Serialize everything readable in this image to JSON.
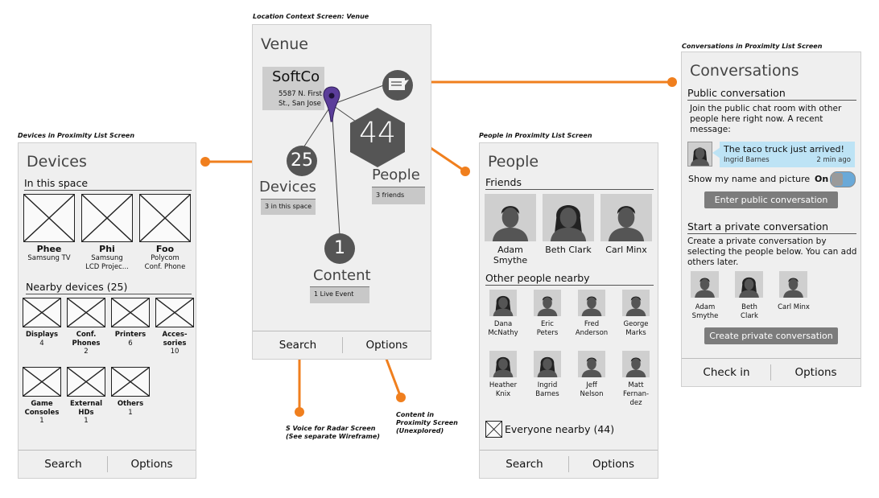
{
  "captions": {
    "venue": "Location Context Screen: Venue",
    "devices": "Devices in Proximity List Screen",
    "people": "People in Proximity List Screen",
    "conversations": "Conversations in Proximity List Screen",
    "svoice": [
      "S Voice for Radar Screen",
      "(See separate Wireframe)"
    ],
    "content": [
      "Content in",
      "Proximity Screen",
      "(Unexplored)"
    ]
  },
  "colors": {
    "connector": "#f07f1e",
    "node": "#555555",
    "pin": "#5b3d9a",
    "toggle": "#6aa9d8",
    "bubble": "#bde3f5"
  },
  "venue": {
    "title": "Venue",
    "place": {
      "name": "SoftCo",
      "address": [
        "5587 N. First",
        "St., San Jose"
      ]
    },
    "nodes": {
      "devices": {
        "count": "25",
        "label": "Devices",
        "sub": "3 in this space"
      },
      "people": {
        "count": "44",
        "label": "People",
        "sub": "3 friends"
      },
      "content": {
        "count": "1",
        "label": "Content",
        "sub": "1 Live Event"
      },
      "conversation_icon": "chat-bubble-icon"
    },
    "footer": {
      "left": "Search",
      "right": "Options"
    }
  },
  "devices": {
    "title": "Devices",
    "section_here": "In this space",
    "here": [
      {
        "name": "Phee",
        "sub": [
          "Samsung TV"
        ]
      },
      {
        "name": "Phi",
        "sub": [
          "Samsung",
          "LCD Projec..."
        ]
      },
      {
        "name": "Foo",
        "sub": [
          "Polycom",
          "Conf. Phone"
        ]
      }
    ],
    "section_nearby": "Nearby devices (25)",
    "nearby": [
      {
        "lines": [
          "Displays"
        ],
        "count": "4"
      },
      {
        "lines": [
          "Conf.",
          "Phones"
        ],
        "count": "2"
      },
      {
        "lines": [
          "Printers"
        ],
        "count": "6"
      },
      {
        "lines": [
          "Acces-",
          "sories"
        ],
        "count": "10"
      },
      {
        "lines": [
          "Game",
          "Consoles"
        ],
        "count": "1"
      },
      {
        "lines": [
          "External",
          "HDs"
        ],
        "count": "1"
      },
      {
        "lines": [
          "Others"
        ],
        "count": "1"
      }
    ],
    "footer": {
      "left": "Search",
      "right": "Options"
    }
  },
  "people": {
    "title": "People",
    "section_friends": "Friends",
    "friends": [
      {
        "name": [
          "Adam",
          "Smythe"
        ]
      },
      {
        "name": [
          "Beth Clark"
        ]
      },
      {
        "name": [
          "Carl Minx"
        ]
      }
    ],
    "section_nearby": "Other people nearby",
    "nearby": [
      {
        "name": [
          "Dana",
          "McNathy"
        ]
      },
      {
        "name": [
          "Eric",
          "Peters"
        ]
      },
      {
        "name": [
          "Fred",
          "Anderson"
        ]
      },
      {
        "name": [
          "George",
          "Marks"
        ]
      },
      {
        "name": [
          "Heather",
          "Knix"
        ]
      },
      {
        "name": [
          "Ingrid",
          "Barnes"
        ]
      },
      {
        "name": [
          "Jeff",
          "Nelson"
        ]
      },
      {
        "name": [
          "Matt",
          "Fernan-",
          "dez"
        ]
      }
    ],
    "everyone": "Everyone nearby (44)",
    "footer": {
      "left": "Search",
      "right": "Options"
    }
  },
  "conversations": {
    "title": "Conversations",
    "public_heading": "Public conversation",
    "public_text": [
      "Join the public chat room with other",
      "people here right now. A recent",
      "message:"
    ],
    "message": {
      "text": "The taco truck just arrived!",
      "author": "Ingrid Barnes",
      "time": "2 min ago"
    },
    "show_label": "Show my name and picture",
    "toggle_state": "On",
    "enter_button": "Enter public conversation",
    "private_heading": "Start a private conversation",
    "private_text": [
      "Create a private conversation by",
      "selecting the people below. You can add",
      "others later."
    ],
    "people": [
      {
        "name": [
          "Adam",
          "Smythe"
        ]
      },
      {
        "name": [
          "Beth",
          "Clark"
        ]
      },
      {
        "name": [
          "Carl Minx"
        ]
      }
    ],
    "create_button": "Create private conversation",
    "footer": {
      "left": "Check in",
      "right": "Options"
    }
  }
}
